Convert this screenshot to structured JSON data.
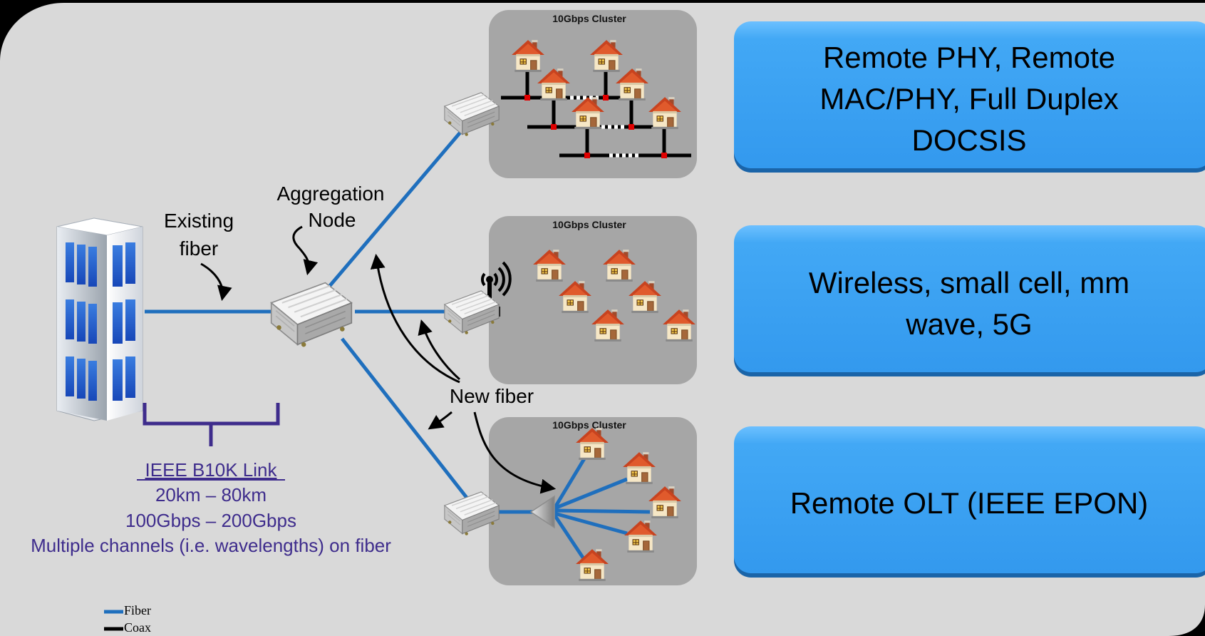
{
  "colors": {
    "background": "#d9d9d9",
    "frame": "#000000",
    "fiber": "#1f6fbd",
    "coax": "#000000",
    "cluster_bg": "#a6a6a6",
    "box_fill": "#42a8f5",
    "link_text": "#3e2c8c",
    "tap": "#e00000"
  },
  "labels": {
    "existing_fiber_1": "Existing",
    "existing_fiber_2": "fiber",
    "aggregation_1": "Aggregation",
    "aggregation_2": "Node",
    "new_fiber": "New fiber"
  },
  "link": {
    "title": "IEEE B10K Link",
    "distance": "20km – 80km",
    "rate": "100Gbps – 200Gbps",
    "channels": "Multiple channels (i.e. wavelengths) on fiber"
  },
  "clusters": [
    {
      "title": "10Gbps Cluster",
      "type": "coax"
    },
    {
      "title": "10Gbps Cluster",
      "type": "wireless"
    },
    {
      "title": "10Gbps Cluster",
      "type": "pon"
    }
  ],
  "boxes": [
    {
      "lines": [
        "Remote PHY, Remote",
        "MAC/PHY, Full Duplex",
        "DOCSIS"
      ]
    },
    {
      "lines": [
        "Wireless, small cell, mm",
        "wave, 5G"
      ]
    },
    {
      "lines": [
        "Remote OLT (IEEE EPON)"
      ]
    }
  ],
  "legend": {
    "fiber": "Fiber",
    "coax": "Coax"
  },
  "icons": {
    "headend": "building-icon",
    "node": "node-enclosure-icon",
    "house": "house-icon",
    "antenna": "antenna-icon",
    "splitter": "splitter-icon"
  }
}
